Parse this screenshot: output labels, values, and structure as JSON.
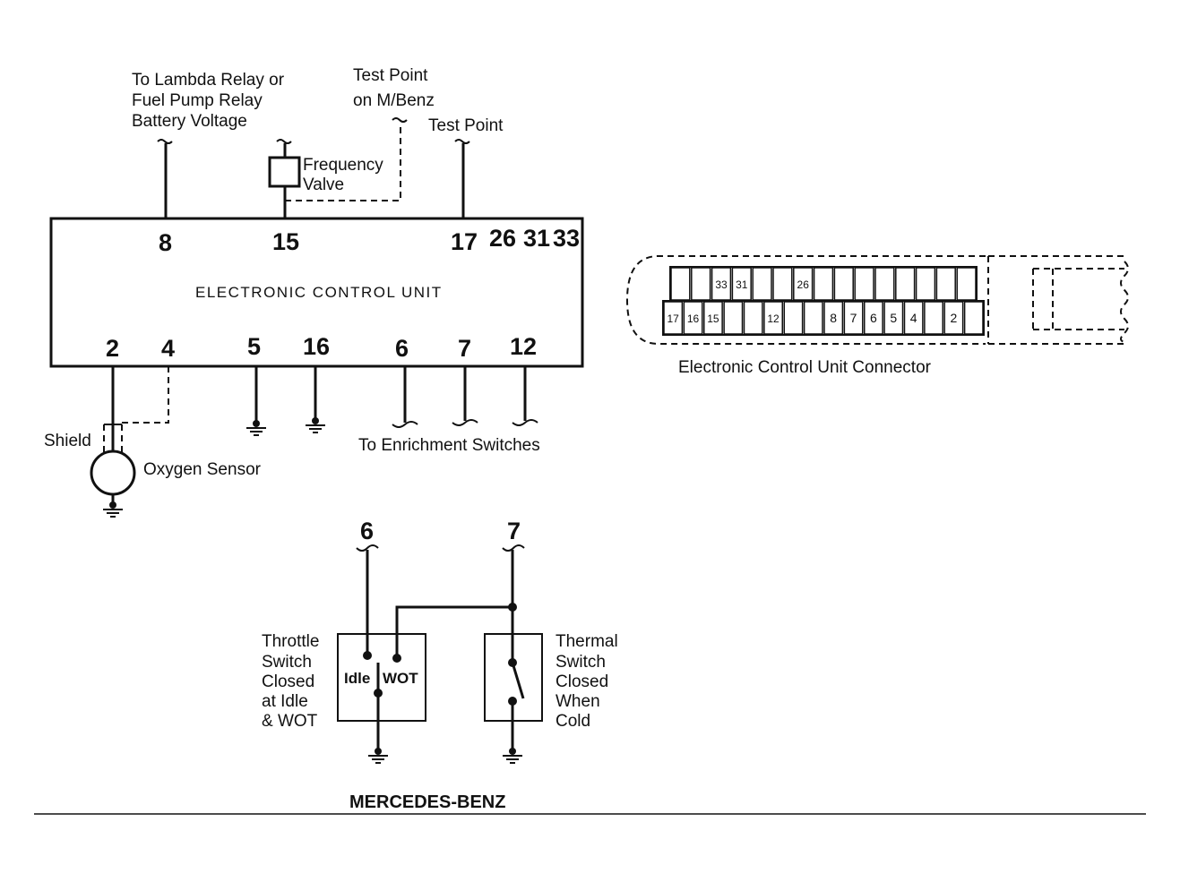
{
  "labels": {
    "lambda_relay": [
      "To Lambda Relay or",
      "Fuel Pump Relay",
      "Battery Voltage"
    ],
    "test_point_mbenz": [
      "Test Point",
      "on M/Benz"
    ],
    "test_point": "Test Point",
    "frequency_valve": [
      "Frequency",
      "Valve"
    ],
    "ecu_title": "ELECTRONIC CONTROL UNIT",
    "shield": "Shield",
    "oxygen_sensor": "Oxygen Sensor",
    "enrichment": "To Enrichment Switches",
    "connector_caption": "Electronic Control Unit Connector",
    "throttle_switch": [
      "Throttle",
      "Switch",
      "Closed",
      "at Idle",
      "& WOT"
    ],
    "thermal_switch": [
      "Thermal",
      "Switch",
      "Closed",
      "When",
      "Cold"
    ],
    "idle": "Idle",
    "wot": "WOT",
    "footer_title": "MERCEDES-BENZ"
  },
  "ecu_pins": {
    "top": [
      "8",
      "15",
      "17",
      "26",
      "31",
      "33"
    ],
    "bottom": [
      "2",
      "4",
      "5",
      "16",
      "6",
      "7",
      "12"
    ]
  },
  "switch_pins": [
    "6",
    "7"
  ],
  "connector": {
    "top_row": [
      "",
      "",
      "33",
      "31",
      "",
      "",
      "26",
      "",
      "",
      "",
      "",
      "",
      "",
      "",
      ""
    ],
    "bottom_row": [
      "17",
      "16",
      "15",
      "",
      "",
      "12",
      "",
      "",
      "8",
      "7",
      "6",
      "5",
      "4",
      "",
      "2",
      ""
    ]
  }
}
